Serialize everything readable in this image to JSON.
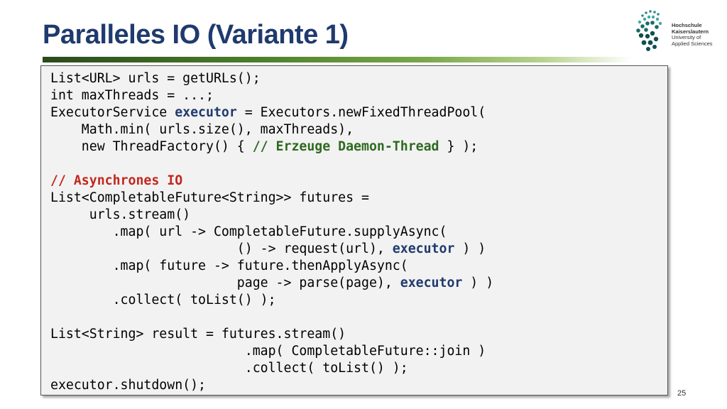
{
  "slide": {
    "title": "Paralleles IO (Variante 1)",
    "page_number": "25"
  },
  "logo": {
    "line1": "Hochschule",
    "line2": "Kaiserslautern",
    "line3": "University of",
    "line4": "Applied Sciences"
  },
  "code": {
    "l1": "List<URL> urls = getURLs();",
    "l2": "int maxThreads = ...;",
    "l3a": "ExecutorService ",
    "l3b": "executor",
    "l3c": " = Executors.newFixedThreadPool(",
    "l4": "    Math.min( urls.size(), maxThreads),",
    "l5a": "    new ThreadFactory() { ",
    "l5b": "// Erzeuge Daemon-Thread",
    "l5c": " } );",
    "l7": "// Asynchrones IO",
    "l8": "List<CompletableFuture<String>> futures =",
    "l9": "     urls.stream()",
    "l10": "        .map( url -> CompletableFuture.supplyAsync(",
    "l11a": "                        () -> request(url), ",
    "l11b": "executor",
    "l11c": " ) )",
    "l12": "        .map( future -> future.thenApplyAsync(",
    "l13a": "                        page -> parse(page), ",
    "l13b": "executor",
    "l13c": " ) )",
    "l14": "        .collect( toList() );",
    "l16": "List<String> result = futures.stream()",
    "l17": "                         .map( CompletableFuture::join )",
    "l18": "                         .collect( toList() );",
    "l19": "executor.shutdown();"
  },
  "colors": {
    "title": "#1f3a6e",
    "keyword": "#1f3a6e",
    "comment_green": "#2d6a1f",
    "comment_red": "#c0281e",
    "code_background": "#f2f2f2"
  }
}
